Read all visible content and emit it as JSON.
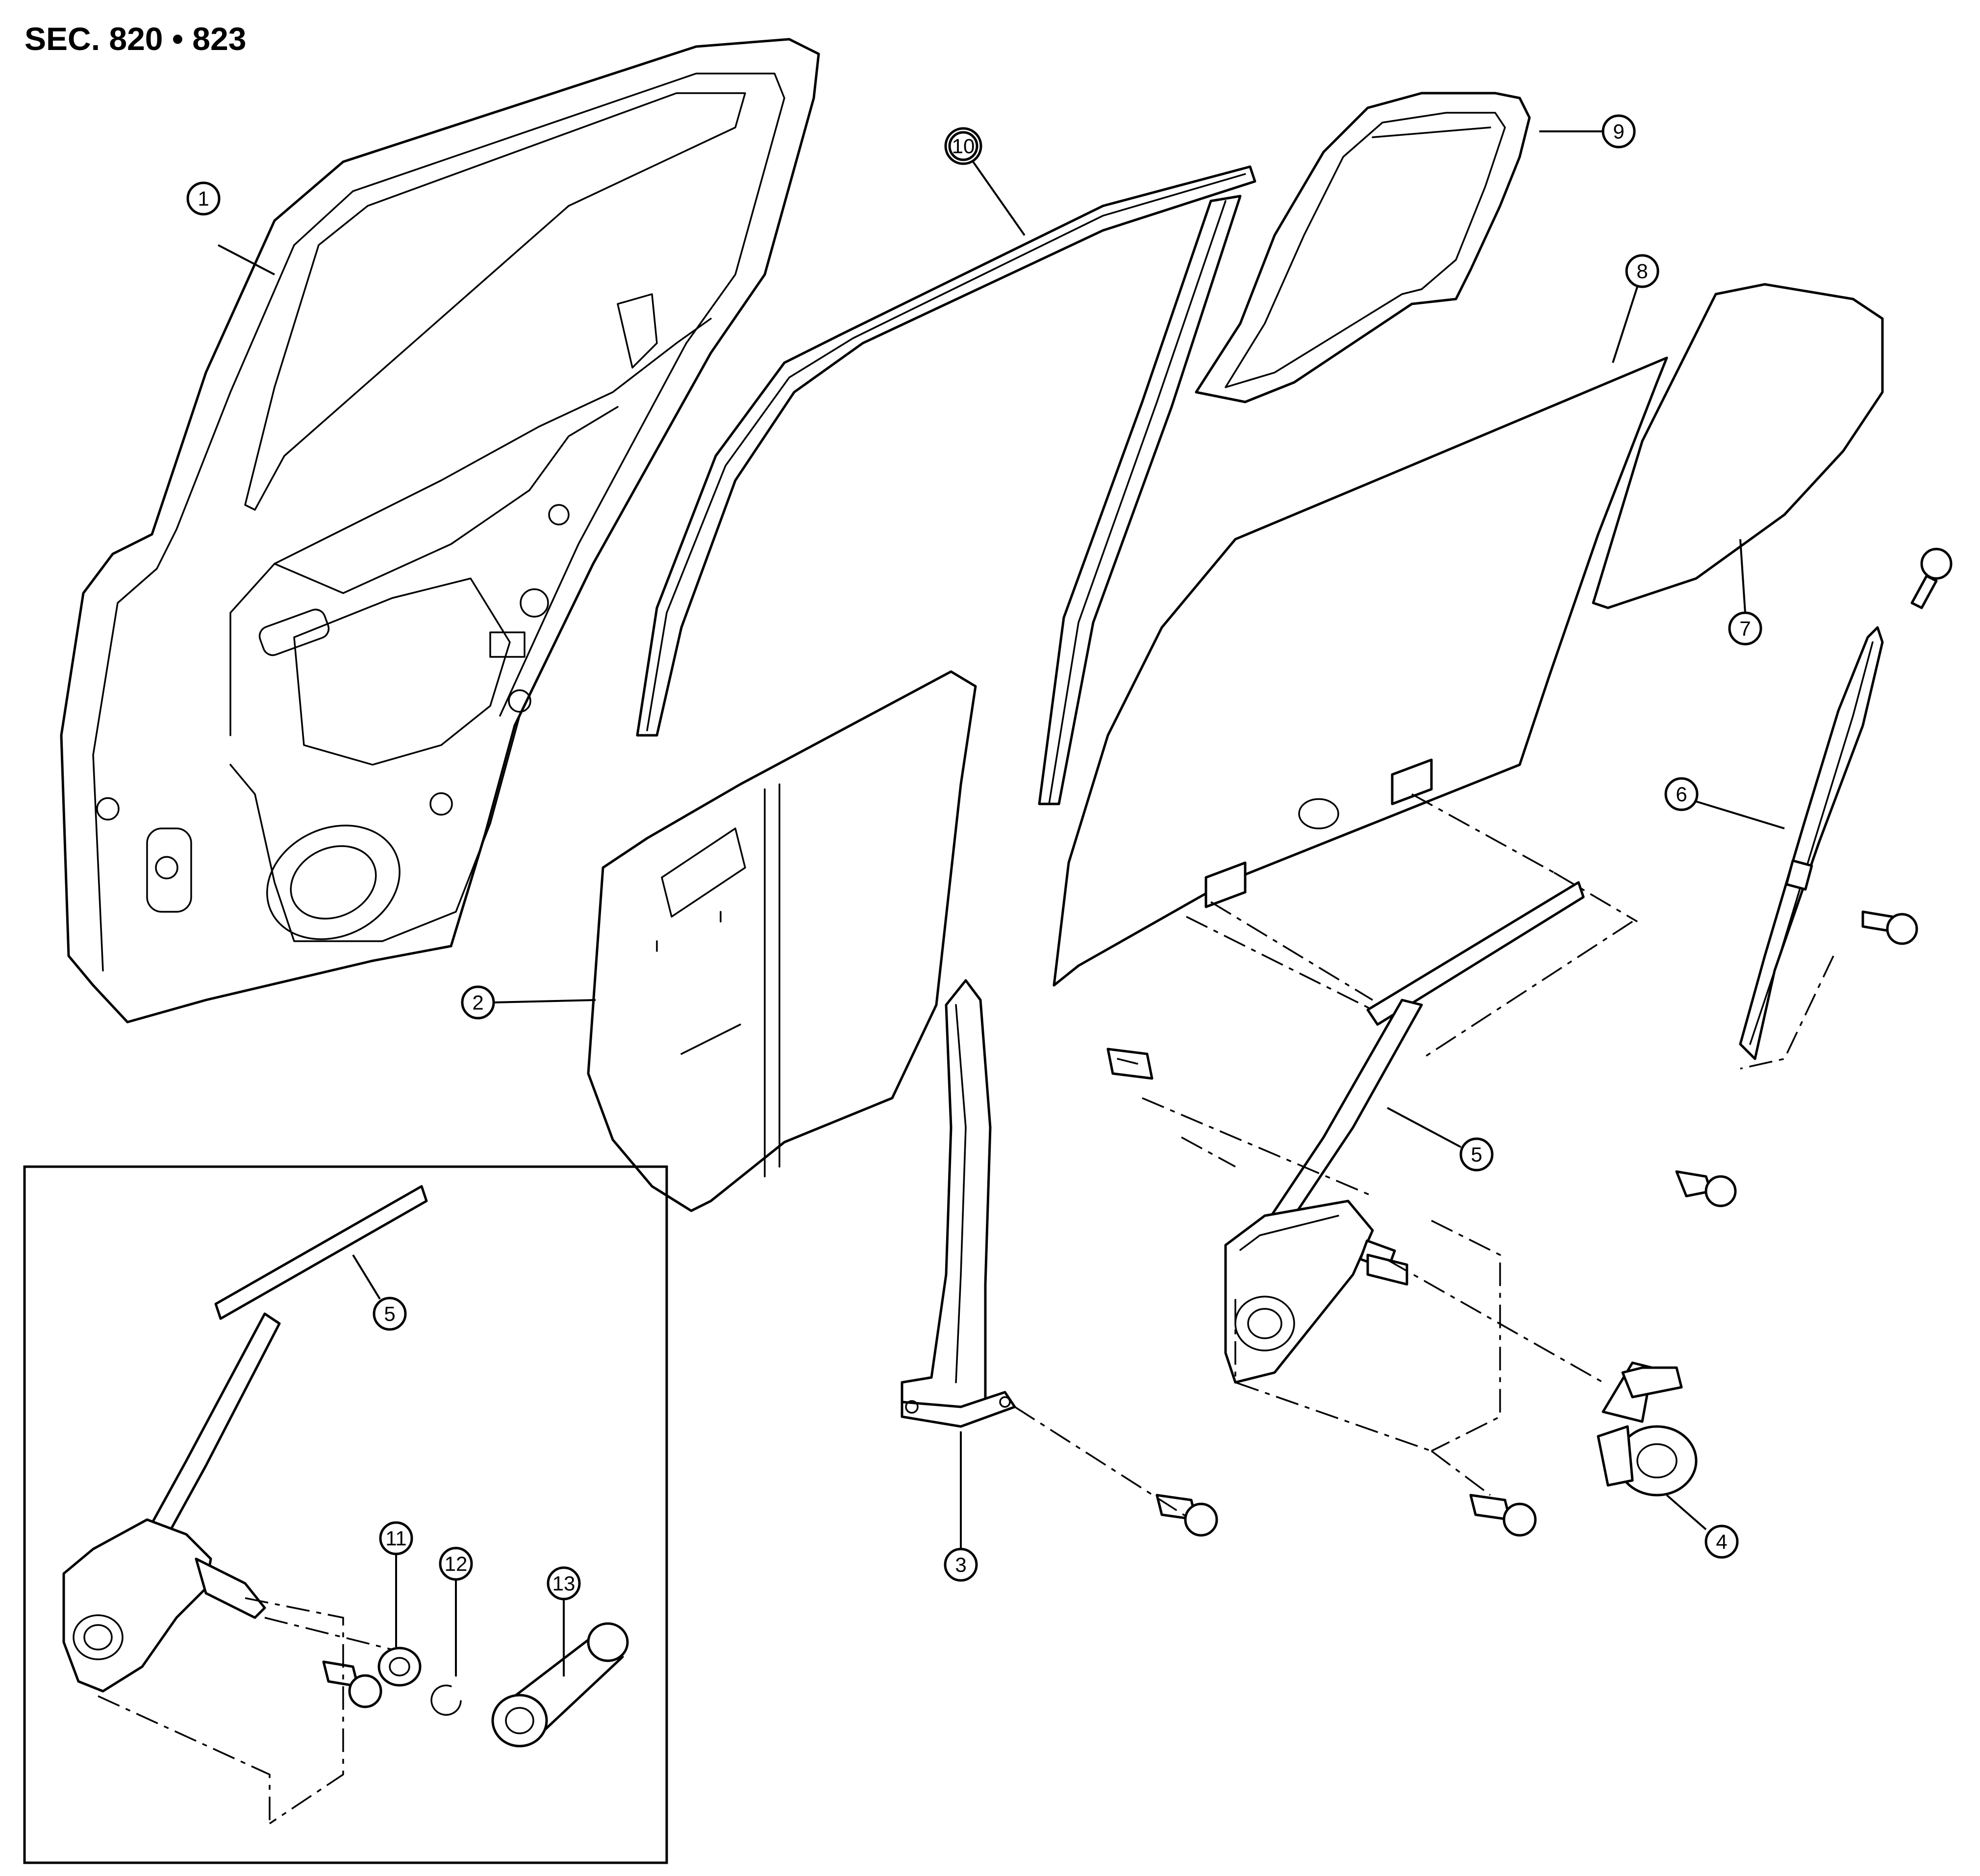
{
  "section_label": "SEC. 820 • 823",
  "callouts": [
    {
      "id": "1",
      "label": "1"
    },
    {
      "id": "2",
      "label": "2"
    },
    {
      "id": "3",
      "label": "3"
    },
    {
      "id": "4",
      "label": "4"
    },
    {
      "id": "5a",
      "label": "5"
    },
    {
      "id": "5b",
      "label": "5"
    },
    {
      "id": "6",
      "label": "6"
    },
    {
      "id": "7",
      "label": "7"
    },
    {
      "id": "8",
      "label": "8"
    },
    {
      "id": "9",
      "label": "9"
    },
    {
      "id": "10",
      "label": "10"
    },
    {
      "id": "11",
      "label": "11"
    },
    {
      "id": "12",
      "label": "12"
    },
    {
      "id": "13",
      "label": "13"
    }
  ]
}
